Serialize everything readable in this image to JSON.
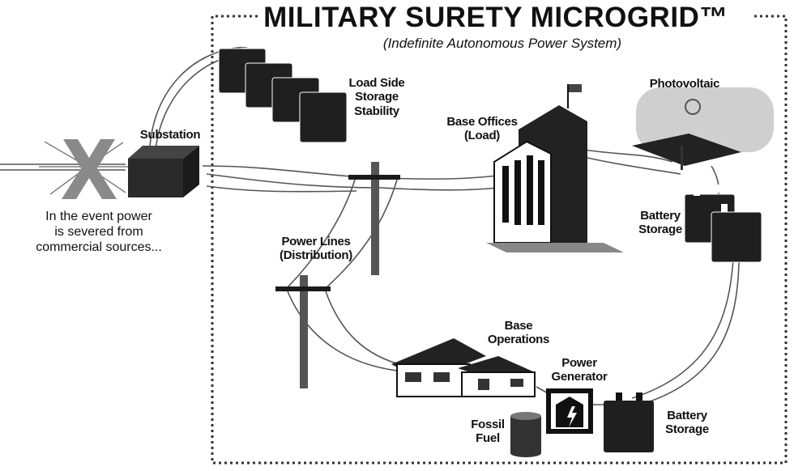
{
  "title": "MILITARY SURETY MICROGRID™",
  "subtitle": "(Indefinite Autonomous Power System)",
  "note_lines": [
    "In the event power",
    "is severed from",
    "commercial sources..."
  ],
  "labels": {
    "substation": "Substation",
    "load_side_storage": [
      "Load Side",
      "Storage",
      "Stability"
    ],
    "base_offices": [
      "Base Offices",
      "(Load)"
    ],
    "photovoltaic": "Photovoltaic",
    "battery_storage_right": [
      "Battery",
      "Storage"
    ],
    "power_lines": [
      "Power Lines",
      "(Distribution)"
    ],
    "base_operations": [
      "Base",
      "Operations"
    ],
    "power_generator": [
      "Power",
      "Generator"
    ],
    "fossil_fuel": [
      "Fossil",
      "Fuel"
    ],
    "battery_storage_bottom": [
      "Battery",
      "Storage"
    ]
  },
  "colors": {
    "ink": "#111111",
    "boundary": "#444444",
    "grey": "#8a8a8a",
    "dark": "#2a2a2a"
  }
}
